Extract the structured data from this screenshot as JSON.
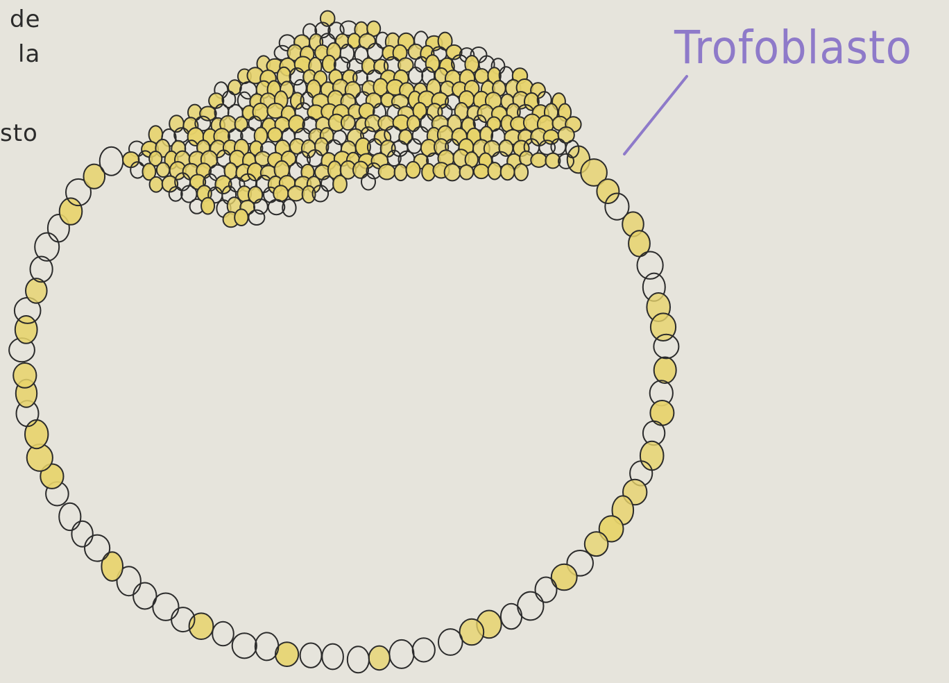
{
  "labels": {
    "left_fragments": [
      "de",
      "la",
      "sto"
    ],
    "trophoblast": "Trofoblasto"
  },
  "colors": {
    "paper": "#e6e4dc",
    "ink": "#2b2b2b",
    "cell_fill": "#e7d36a",
    "label_color": "#8e7ac9"
  }
}
